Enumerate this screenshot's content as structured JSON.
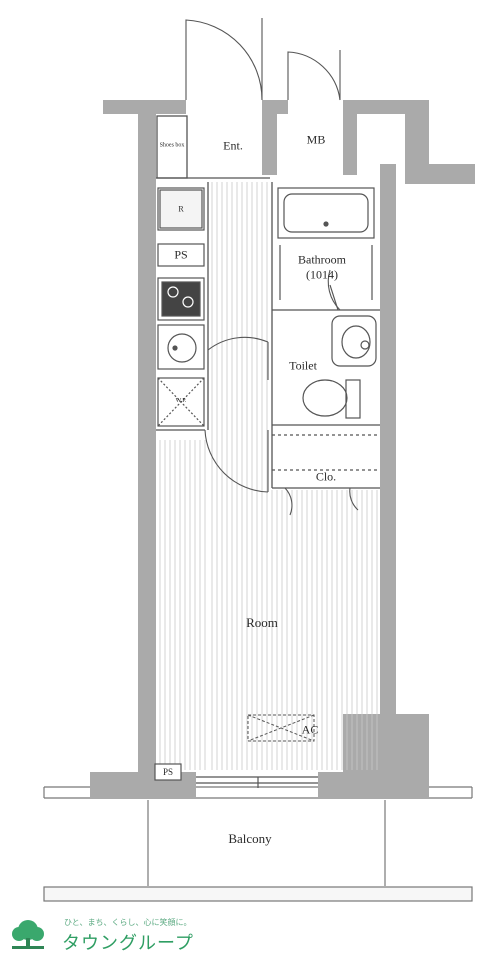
{
  "labels": {
    "entrance": "Ent.",
    "meter_box": "MB",
    "shoe_box": "Shoes box",
    "pipe_space_top": "PS",
    "refrigerator": "R",
    "bathroom": "Bathroom",
    "bathroom_size": "(1014)",
    "toilet": "Toilet",
    "washer": "W.P.",
    "closet": "Clo.",
    "room": "Room",
    "aircon": "AC",
    "pipe_space_bottom": "PS",
    "balcony": "Balcony"
  },
  "logo": {
    "tagline": "ひと、まち、くらし、心に笑顔に。",
    "name": "タウングループ"
  },
  "colors": {
    "wall": "#aaaaaa",
    "line": "#555555",
    "logo_green": "#2f9e63"
  },
  "icons": [
    "tree-logo-icon",
    "stove-burner-icon",
    "sink-icon",
    "toilet-icon",
    "bathtub-icon"
  ]
}
